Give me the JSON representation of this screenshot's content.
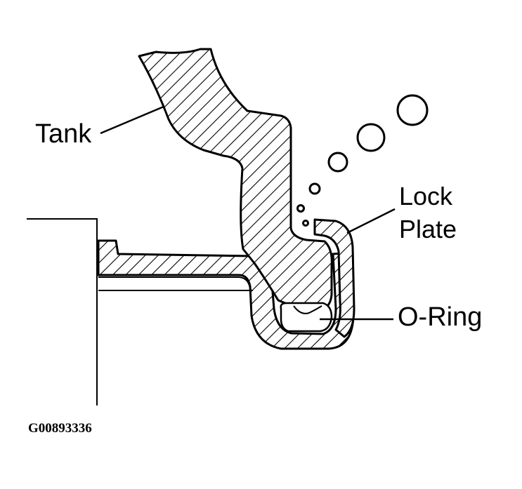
{
  "labels": {
    "tank": "Tank",
    "lock_line1": "Lock",
    "lock_line2": "Plate",
    "oring": "O-Ring"
  },
  "figure_id": "G00893336"
}
